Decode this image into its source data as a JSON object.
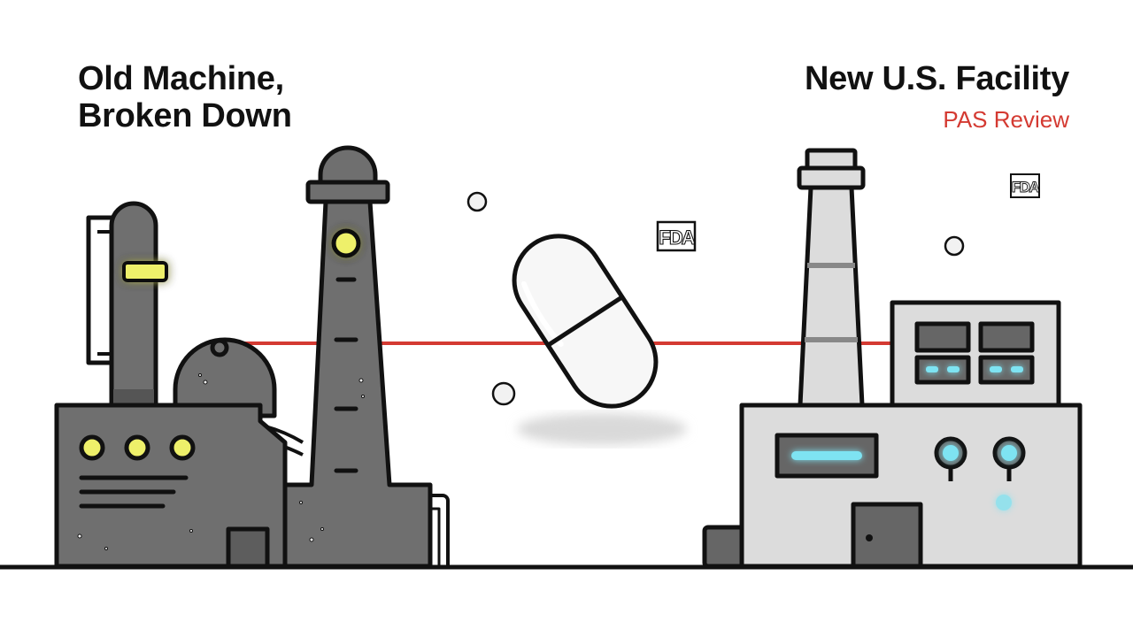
{
  "left": {
    "title_line1": "Old Machine,",
    "title_line2": "Broken Down"
  },
  "right": {
    "title": "New U.S. Facility",
    "subtitle": "PAS Review"
  },
  "badges": {
    "fda_left": "FDA",
    "fda_right": "FDA"
  },
  "colors": {
    "accent_red": "#d43a32",
    "old_factory": "#6f6f6f",
    "new_factory": "#dcdcdc",
    "warning_light": "#eef06a",
    "status_light": "#7ee3f2",
    "outline": "#111111"
  }
}
